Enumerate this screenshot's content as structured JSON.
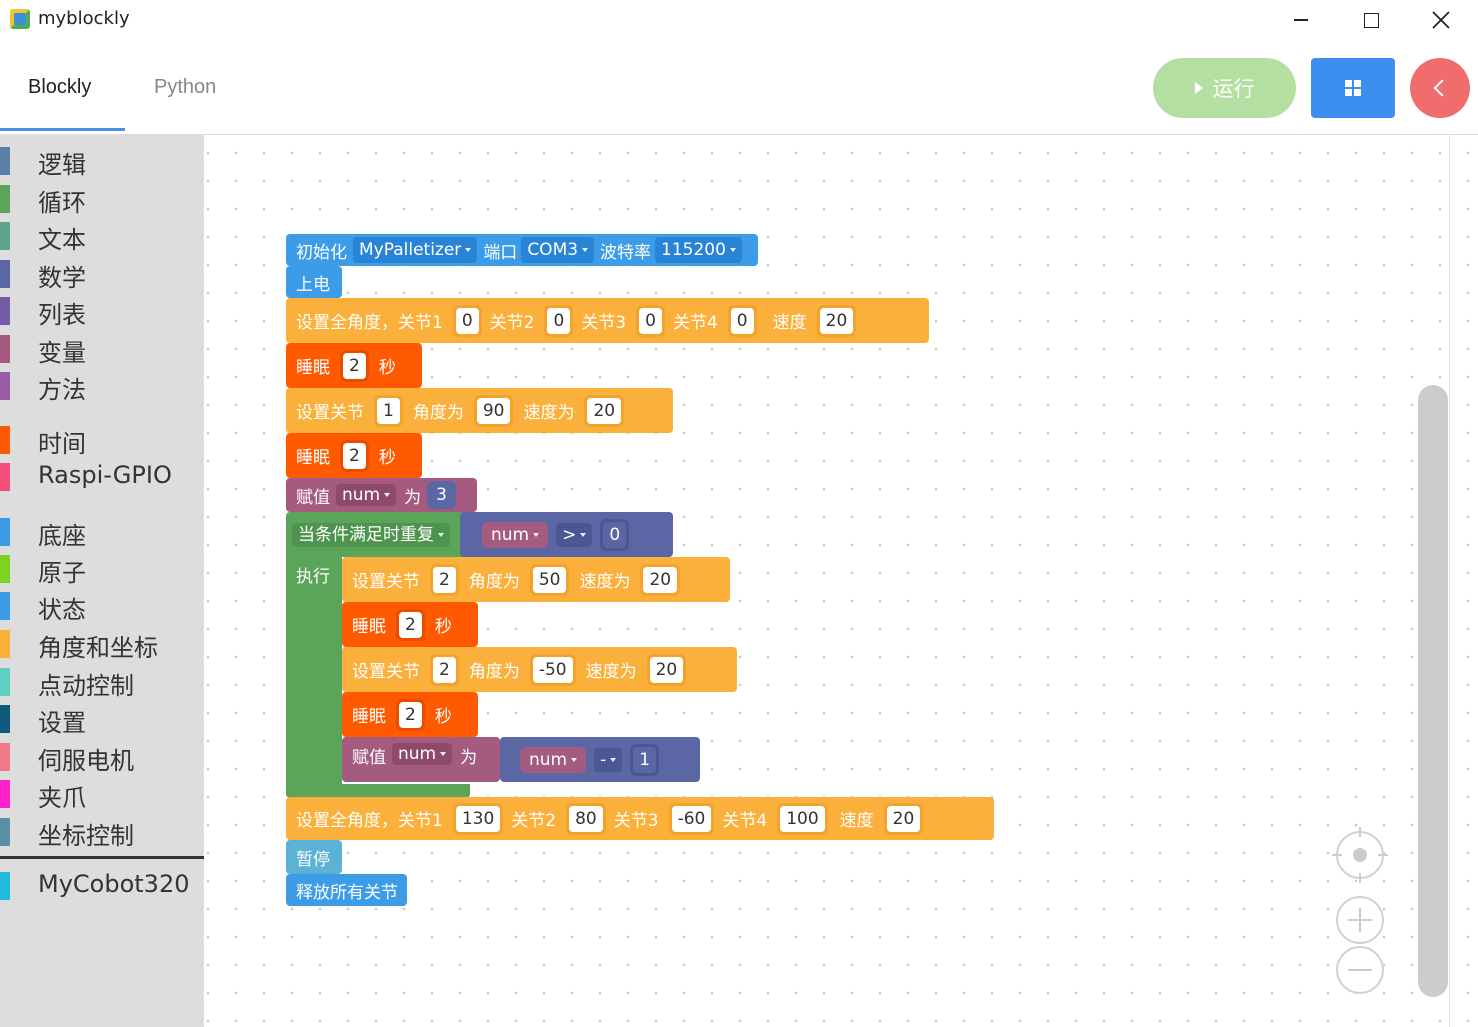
{
  "window": {
    "title": "myblockly",
    "icon": "app-icon"
  },
  "tabs": [
    {
      "label": "Blockly",
      "active": true
    },
    {
      "label": "Python",
      "active": false
    }
  ],
  "toolbar": {
    "run_label": "运行",
    "run_icon": "play-icon",
    "grid_icon": "grid-icon",
    "back_icon": "chevron-left-icon"
  },
  "toolbox": {
    "categories": [
      {
        "label": "逻辑",
        "color": "#5b80a5"
      },
      {
        "label": "循环",
        "color": "#5ba55b"
      },
      {
        "label": "文本",
        "color": "#5ba58c"
      },
      {
        "label": "数学",
        "color": "#5b67a5"
      },
      {
        "label": "列表",
        "color": "#745ba5"
      },
      {
        "label": "变量",
        "color": "#a55b80"
      },
      {
        "label": "方法",
        "color": "#995ba5"
      },
      {
        "label": "时间",
        "color": "#ff5a00"
      },
      {
        "label": "Raspi-GPIO",
        "color": "#f2507a"
      },
      {
        "label": "底座",
        "color": "#3c9ce8"
      },
      {
        "label": "原子",
        "color": "#7ed321"
      },
      {
        "label": "状态",
        "color": "#3c9ce8"
      },
      {
        "label": "角度和坐标",
        "color": "#fbb03b"
      },
      {
        "label": "点动控制",
        "color": "#5ed0c0"
      },
      {
        "label": "设置",
        "color": "#0f5a7a"
      },
      {
        "label": "伺服电机",
        "color": "#f07a8a"
      },
      {
        "label": "夹爪",
        "color": "#ff22cc"
      },
      {
        "label": "坐标控制",
        "color": "#5b8fa5"
      },
      {
        "label": "MyCobot320",
        "color": "#22bbdd"
      }
    ]
  },
  "blocks": {
    "init": {
      "label": "初始化",
      "robot": "MyPalletizer",
      "port_label": "端口",
      "port": "COM3",
      "baud_label": "波特率",
      "baud": "115200"
    },
    "power_on": {
      "label": "上电"
    },
    "set_all_1": {
      "label": "设置全角度，关节1",
      "j1": "0",
      "j2_label": "关节2",
      "j2": "0",
      "j3_label": "关节3",
      "j3": "0",
      "j4_label": "关节4",
      "j4": "0",
      "speed_label": "速度",
      "speed": "20"
    },
    "sleep_1": {
      "label": "睡眠",
      "value": "2",
      "unit": "秒"
    },
    "set_joint_1": {
      "label": "设置关节",
      "joint": "1",
      "angle_label": "角度为",
      "angle": "90",
      "speed_label": "速度为",
      "speed": "20"
    },
    "sleep_2": {
      "label": "睡眠",
      "value": "2",
      "unit": "秒"
    },
    "assign_1": {
      "label": "赋值",
      "var": "num",
      "to_label": "为",
      "value": "3"
    },
    "while": {
      "label": "当条件满足时重复",
      "do_label": "执行",
      "cond_var": "num",
      "op": ">",
      "cond_value": "0"
    },
    "set_joint_2": {
      "label": "设置关节",
      "joint": "2",
      "angle_label": "角度为",
      "angle": "50",
      "speed_label": "速度为",
      "speed": "20"
    },
    "sleep_3": {
      "label": "睡眠",
      "value": "2",
      "unit": "秒"
    },
    "set_joint_3": {
      "label": "设置关节",
      "joint": "2",
      "angle_label": "角度为",
      "angle": "-50",
      "speed_label": "速度为",
      "speed": "20"
    },
    "sleep_4": {
      "label": "睡眠",
      "value": "2",
      "unit": "秒"
    },
    "assign_2": {
      "label": "赋值",
      "var": "num",
      "to_label": "为",
      "expr_var": "num",
      "op": "-",
      "expr_value": "1"
    },
    "set_all_2": {
      "label": "设置全角度，关节1",
      "j1": "130",
      "j2_label": "关节2",
      "j2": "80",
      "j3_label": "关节3",
      "j3": "-60",
      "j4_label": "关节4",
      "j4": "100",
      "speed_label": "速度",
      "speed": "20"
    },
    "pause": {
      "label": "暂停"
    },
    "release": {
      "label": "释放所有关节"
    }
  }
}
